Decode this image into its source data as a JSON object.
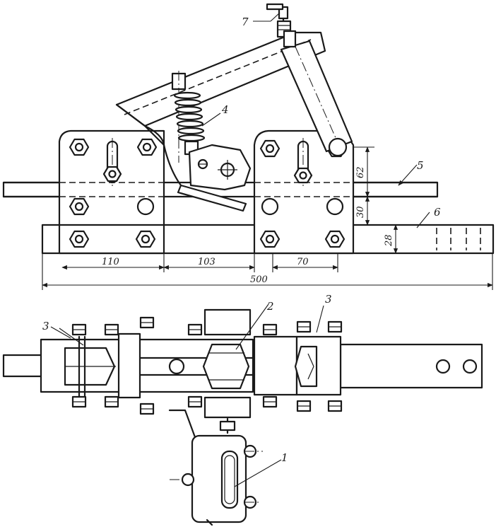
{
  "callouts": {
    "c1": "1",
    "c2": "2",
    "c3a": "3",
    "c3b": "3",
    "c4": "4",
    "c5": "5",
    "c6": "6",
    "c7": "7"
  },
  "dimensions": {
    "d110": "110",
    "d103": "103",
    "d70": "70",
    "d500": "500",
    "d62": "62",
    "d30": "30",
    "d28": "28"
  }
}
